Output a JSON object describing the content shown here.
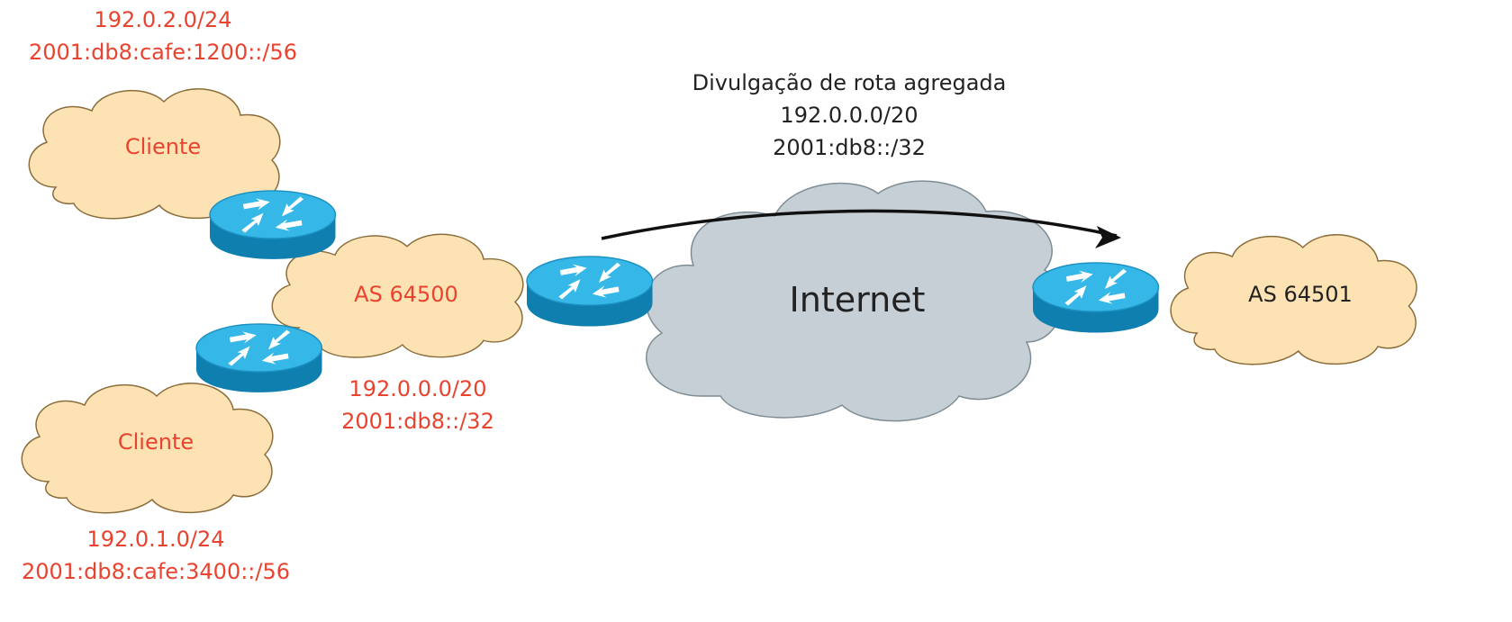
{
  "clients": {
    "top": {
      "name": "Cliente",
      "ipv4": "192.0.2.0/24",
      "ipv6": "2001:db8:cafe:1200::/56"
    },
    "bottom": {
      "name": "Cliente",
      "ipv4": "192.0.1.0/24",
      "ipv6": "2001:db8:cafe:3400::/56"
    }
  },
  "as_local": {
    "name": "AS 64500",
    "ipv4": "192.0.0.0/20",
    "ipv6": "2001:db8::/32"
  },
  "internet": {
    "name": "Internet"
  },
  "as_remote": {
    "name": "AS 64501"
  },
  "advertisement": {
    "title": "Divulgação de rota agregada",
    "ipv4": "192.0.0.0/20",
    "ipv6": "2001:db8::/32"
  },
  "colors": {
    "cloud_fill": "#fde3b4",
    "cloud_stroke": "#8a6d3b",
    "internet_fill": "#c5cfd5",
    "internet_stroke": "#7e8c94",
    "router_top": "#35b7e8",
    "router_side": "#0f7fb0",
    "label_red": "#e8432f",
    "label_dark": "#222222"
  },
  "icons": {
    "router": "router-icon",
    "cloud": "cloud-icon"
  }
}
